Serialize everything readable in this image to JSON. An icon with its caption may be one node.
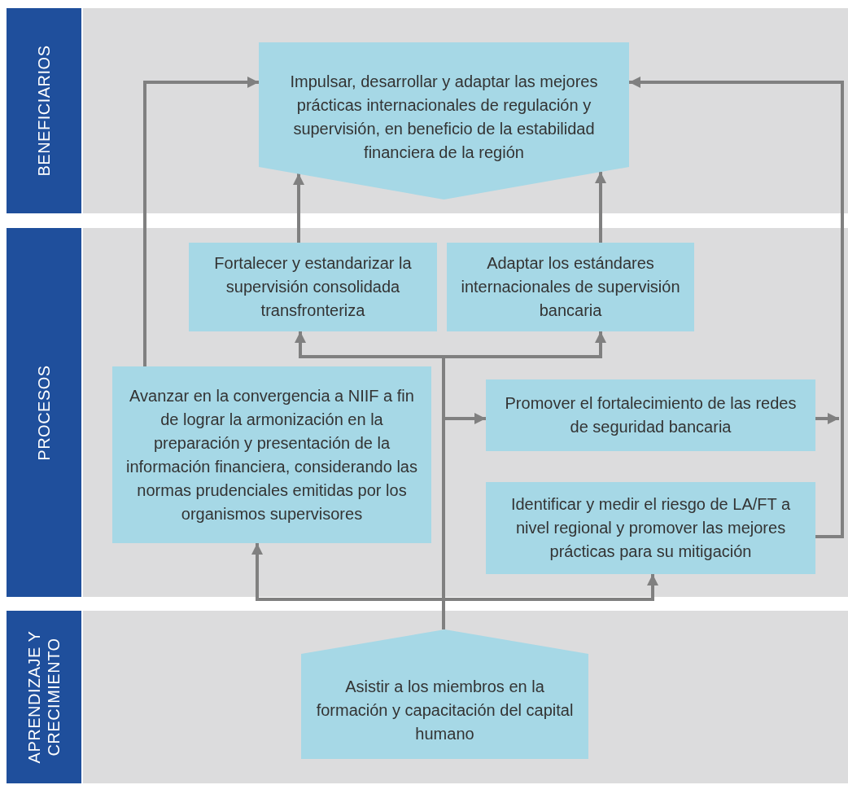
{
  "diagram": {
    "nodes": [
      {
        "text": [
          "BENEFICIARIOS"
        ]
      },
      {
        "text": [
          "Impulsar, desarrollar y adaptar las mejores prácticas internacionales de regulación y supervisión, en beneficio de la estabilidad financiera de la región"
        ]
      },
      {
        "text": [
          "PROCESOS"
        ]
      },
      {
        "text": [
          "Fortalecer y estandarizar la supervisión consolidada transfronteriza"
        ]
      },
      {
        "text": [
          "Adaptar los estándares internacionales de supervisión bancaria"
        ]
      },
      {
        "text": [
          "Avanzar en la convergencia a NIIF a fin de lograr la armonización en la preparación y presentación de la información financiera, considerando las normas prudenciales emitidas por los organismos supervisores"
        ]
      },
      {
        "text": [
          "Promover el fortalecimiento de las redes de seguridad bancaria"
        ]
      },
      {
        "text": [
          "Identificar y medir el riesgo de LA/FT a nivel regional y promover las mejores prácticas para su mitigación"
        ]
      },
      {
        "text": [
          "APRENDIZAJE Y CRECIMIENTO"
        ]
      },
      {
        "text": [
          "Asistir a los miembros en la formación y capacitación del capital humano"
        ]
      }
    ],
    "edges": [
      {
        "from": 3,
        "to": 1,
        "arrow": "to"
      },
      {
        "from": 4,
        "to": 1,
        "arrow": "to"
      },
      {
        "from": 5,
        "to": 1,
        "arrow": "to"
      },
      {
        "from": 6,
        "to": null,
        "arrow": "to"
      },
      {
        "from": 7,
        "to": 1,
        "arrow": "to"
      },
      {
        "from": 9,
        "to": 3,
        "arrow": "to"
      },
      {
        "from": 9,
        "to": 4,
        "arrow": "to"
      },
      {
        "from": 9,
        "to": 6,
        "arrow": "to"
      },
      {
        "from": 9,
        "to": 5,
        "arrow": "to"
      },
      {
        "from": 9,
        "to": 7,
        "arrow": "to"
      }
    ]
  }
}
